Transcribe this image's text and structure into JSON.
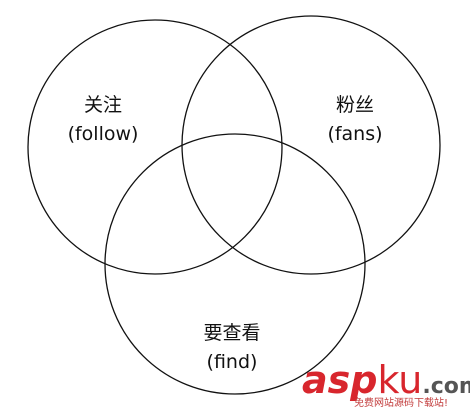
{
  "sets": [
    {
      "id": "follow",
      "name": "关注",
      "en": "(follow)"
    },
    {
      "id": "fans",
      "name": "粉丝",
      "en": "(fans)"
    },
    {
      "id": "find",
      "name": "要查看",
      "en": "(find)"
    }
  ],
  "watermark": {
    "part1": "asp",
    "part2": "ku",
    "part3": ".com",
    "subtitle": "免费网站源码下载站!",
    "colors": {
      "primary": "#d8262d",
      "secondary": "#555555"
    }
  }
}
